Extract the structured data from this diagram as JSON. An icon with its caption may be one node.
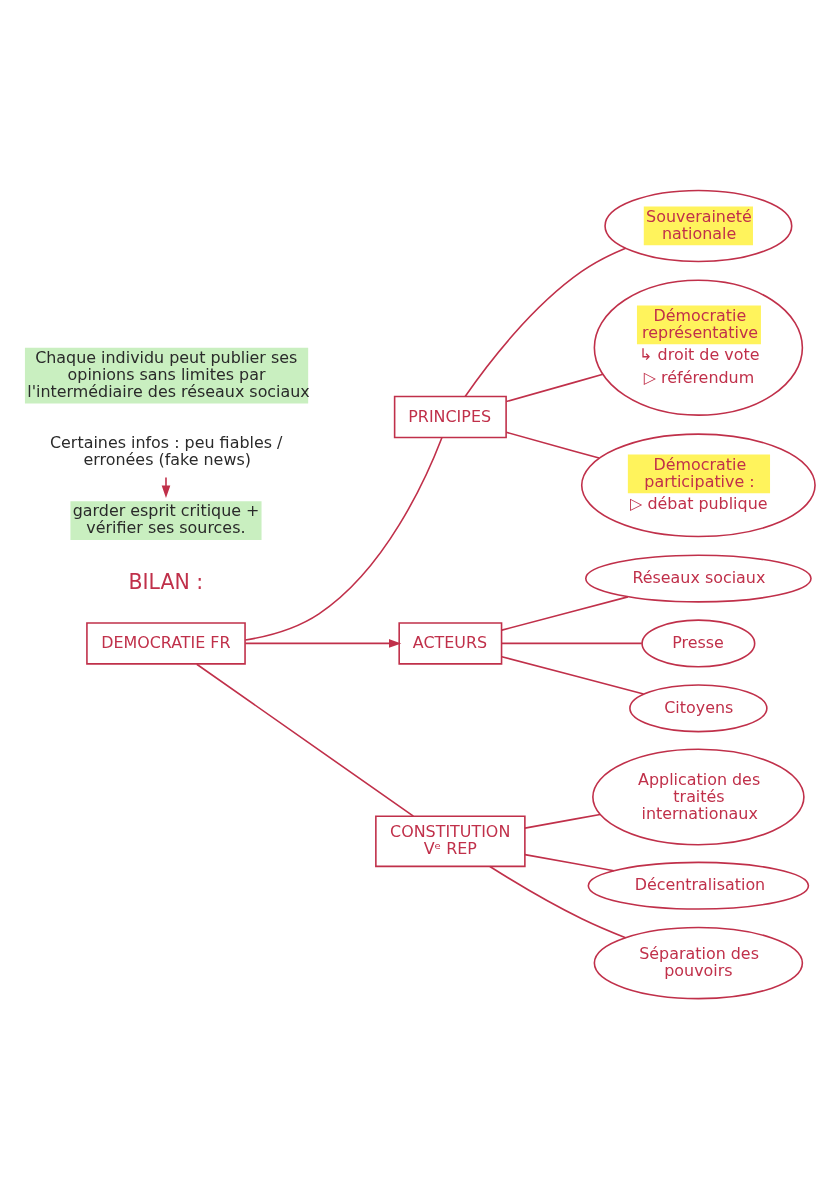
{
  "diagram": {
    "nodes": [
      {
        "text": [
          "Certaines infos : peu fiables / erronées (fake news)"
        ]
      },
      {
        "text": [
          "garder esprit critique + vérifier ses sources."
        ]
      },
      {
        "text": [
          "Souveraineté nationale"
        ]
      },
      {
        "text": [
          "Démocratie représentative",
          "↳ droit de vote",
          "▷ référendum"
        ]
      },
      {
        "text": [
          "Démocratie participative :",
          "▷ débat publique"
        ]
      },
      {
        "text": [
          "PRINCIPES"
        ]
      },
      {
        "text": [
          "Réseaux sociaux"
        ]
      },
      {
        "text": [
          "Presse"
        ]
      },
      {
        "text": [
          "Citoyens"
        ]
      },
      {
        "text": [
          "DEMOCRATIE FR"
        ]
      },
      {
        "text": [
          "ACTEURS"
        ]
      },
      {
        "text": [
          "CONSTITUTION Vᵉ REP"
        ]
      },
      {
        "text": [
          "Application des traités internationaux"
        ]
      },
      {
        "text": [
          "Décentralisation"
        ]
      },
      {
        "text": [
          "Séparation des pouvoirs"
        ]
      }
    ],
    "edges": [
      {
        "from": 0,
        "to": 1,
        "arrow": "to"
      },
      {
        "from": 9,
        "to": 5,
        "arrow": "none"
      },
      {
        "from": 9,
        "to": 10,
        "arrow": "to"
      },
      {
        "from": 9,
        "to": 11,
        "arrow": "none"
      },
      {
        "from": 5,
        "to": 2,
        "arrow": "none"
      },
      {
        "from": 5,
        "to": 3,
        "arrow": "none"
      },
      {
        "from": 5,
        "to": 4,
        "arrow": "none"
      },
      {
        "from": 10,
        "to": 8,
        "arrow": "none"
      },
      {
        "from": 10,
        "to": 7,
        "arrow": "none"
      },
      {
        "from": 10,
        "to": 6,
        "arrow": "none"
      },
      {
        "from": 11,
        "to": 14,
        "arrow": "none"
      },
      {
        "from": 11,
        "to": 13,
        "arrow": "none"
      },
      {
        "from": 11,
        "to": 12,
        "arrow": "none"
      }
    ],
    "labels": [
      "Chaque individu peut publier ses opinions sans limites par l'intermédiaire des réseaux sociaux",
      "BILAN :"
    ]
  }
}
